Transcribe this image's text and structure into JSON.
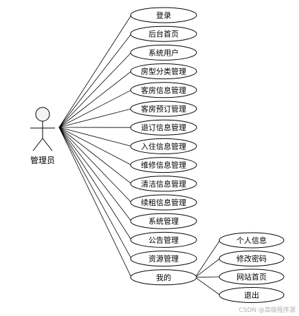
{
  "actor": {
    "label": "管理员"
  },
  "use_cases": [
    "登录",
    "后台首页",
    "系统用户",
    "房型分类管理",
    "客房信息管理",
    "客房预订管理",
    "退订信息管理",
    "入住信息管理",
    "维修信息管理",
    "清洁信息管理",
    "续租信息管理",
    "系统管理",
    "公告管理",
    "资源管理",
    "我的"
  ],
  "sub_use_cases": [
    "个人信息",
    "修改密码",
    "网站首页",
    "退出"
  ],
  "watermark": "CSDN @高级程序源"
}
